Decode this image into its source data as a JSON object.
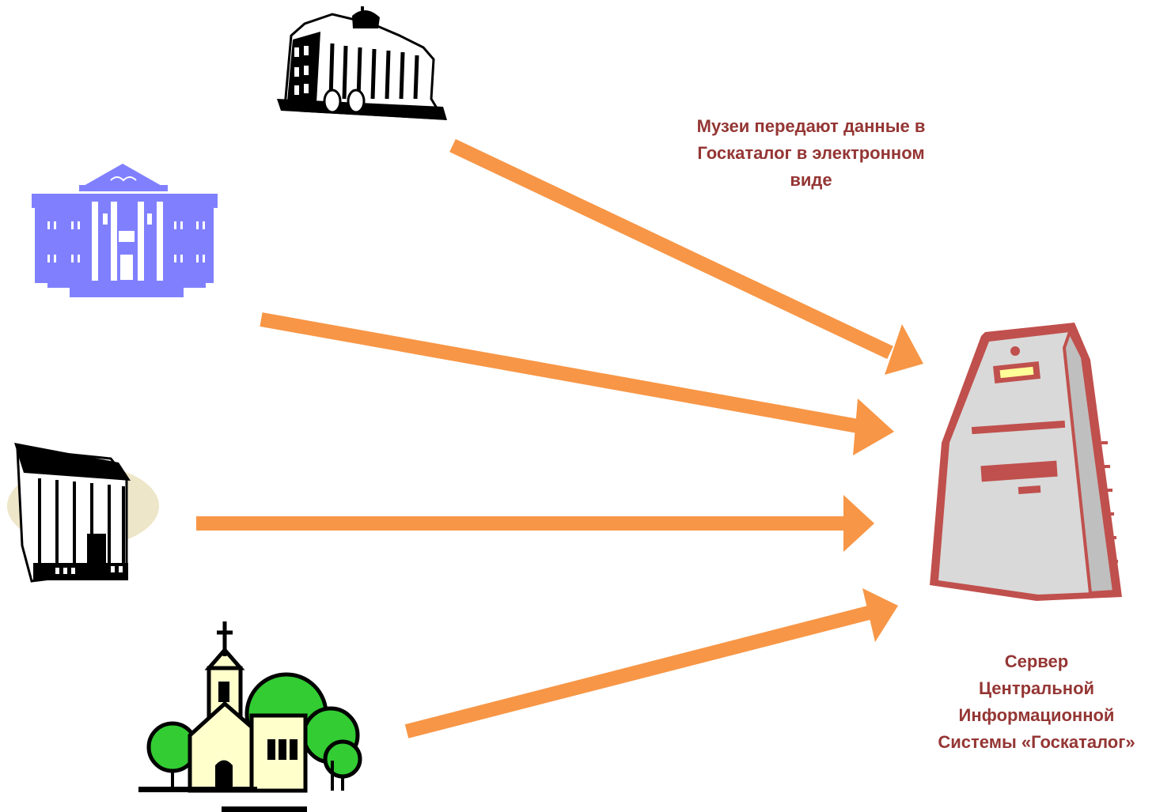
{
  "caption": {
    "lines": [
      "Музеи передают данные в",
      "Госкаталог в электронном",
      "виде"
    ]
  },
  "server": {
    "lines": [
      "Сервер",
      "Центральной",
      "Информационной",
      "Системы «Госкаталог»"
    ]
  },
  "nodes": [
    {
      "name": "museum-grand-building",
      "icon": "building-icon"
    },
    {
      "name": "museum-classical-building",
      "icon": "columned-building-icon"
    },
    {
      "name": "museum-old-building",
      "icon": "old-building-icon"
    },
    {
      "name": "museum-church",
      "icon": "church-icon"
    }
  ],
  "colors": {
    "arrow": "#F79646",
    "text": "#943634",
    "server_outline": "#C0504D",
    "server_body": "#D9D9D9",
    "classical_building": "#8080FF",
    "tree": "#33CC33",
    "church": "#FFFFCC"
  }
}
